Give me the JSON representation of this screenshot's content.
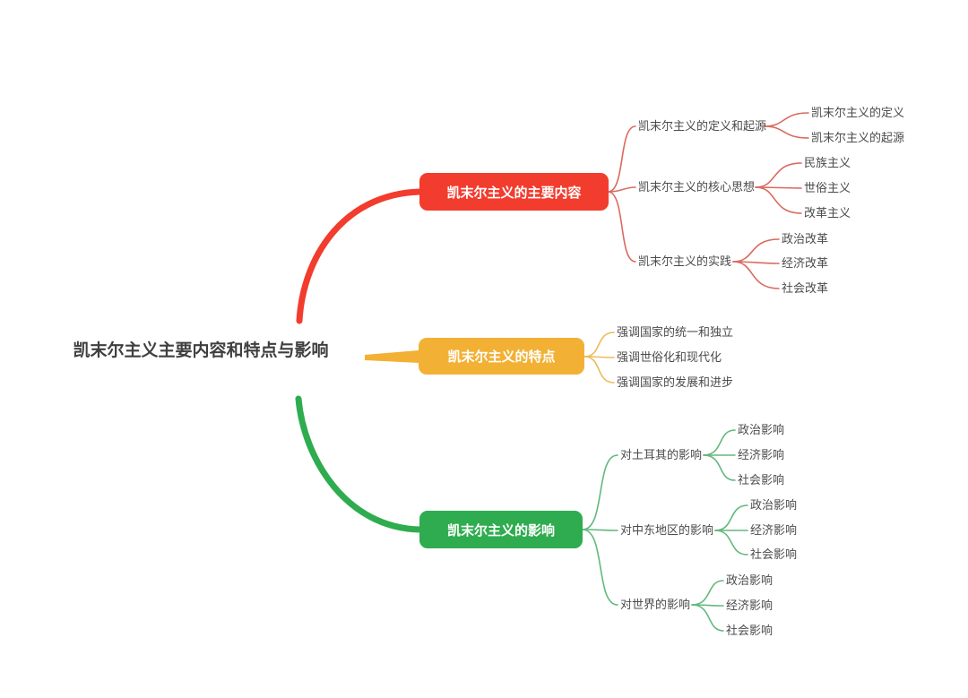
{
  "colors": {
    "background": "#ffffff",
    "branch_red": "#f23c2d",
    "branch_yellow": "#f2b135",
    "branch_green": "#2fac4f",
    "link_red_thin": "#d96a5f",
    "link_yellow_thin": "#ecbb58",
    "link_green_thin": "#63b87d",
    "root_text": "#3f3f3f",
    "label_text": "#4b4b4b",
    "node_text": "#ffffff"
  },
  "root": {
    "label": "凯末尔主义主要内容和特点与影响"
  },
  "branches": [
    {
      "label": "凯末尔主义的主要内容",
      "color": "#f23c2d",
      "children": [
        {
          "label": "凯末尔主义的定义和起源",
          "children": [
            {
              "label": "凯末尔主义的定义"
            },
            {
              "label": "凯末尔主义的起源"
            }
          ]
        },
        {
          "label": "凯末尔主义的核心思想",
          "children": [
            {
              "label": "民族主义"
            },
            {
              "label": "世俗主义"
            },
            {
              "label": "改革主义"
            }
          ]
        },
        {
          "label": "凯末尔主义的实践",
          "children": [
            {
              "label": "政治改革"
            },
            {
              "label": "经济改革"
            },
            {
              "label": "社会改革"
            }
          ]
        }
      ]
    },
    {
      "label": "凯末尔主义的特点",
      "color": "#f2b135",
      "children": [
        {
          "label": "强调国家的统一和独立",
          "children": []
        },
        {
          "label": "强调世俗化和现代化",
          "children": []
        },
        {
          "label": "强调国家的发展和进步",
          "children": []
        }
      ]
    },
    {
      "label": "凯末尔主义的影响",
      "color": "#2fac4f",
      "children": [
        {
          "label": "对土耳其的影响",
          "children": [
            {
              "label": "政治影响"
            },
            {
              "label": "经济影响"
            },
            {
              "label": "社会影响"
            }
          ]
        },
        {
          "label": "对中东地区的影响",
          "children": [
            {
              "label": "政治影响"
            },
            {
              "label": "经济影响"
            },
            {
              "label": "社会影响"
            }
          ]
        },
        {
          "label": "对世界的影响",
          "children": [
            {
              "label": "政治影响"
            },
            {
              "label": "经济影响"
            },
            {
              "label": "社会影响"
            }
          ]
        }
      ]
    }
  ]
}
